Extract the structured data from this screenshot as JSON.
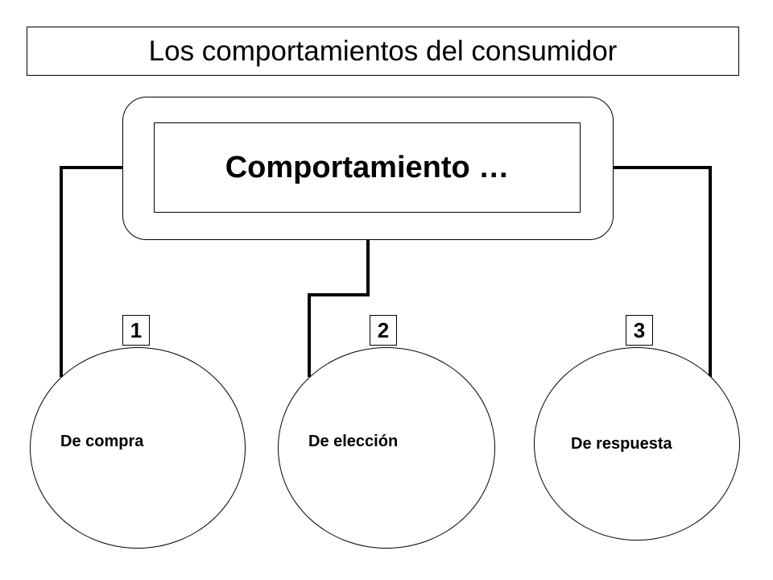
{
  "title": "Los comportamientos del consumidor",
  "central_node": {
    "label": "Comportamiento …"
  },
  "branches": [
    {
      "number": "1",
      "label": "De compra"
    },
    {
      "number": "2",
      "label": "De elección"
    },
    {
      "number": "3",
      "label": "De respuesta"
    }
  ],
  "colors": {
    "line": "#000000",
    "background": "#ffffff"
  }
}
